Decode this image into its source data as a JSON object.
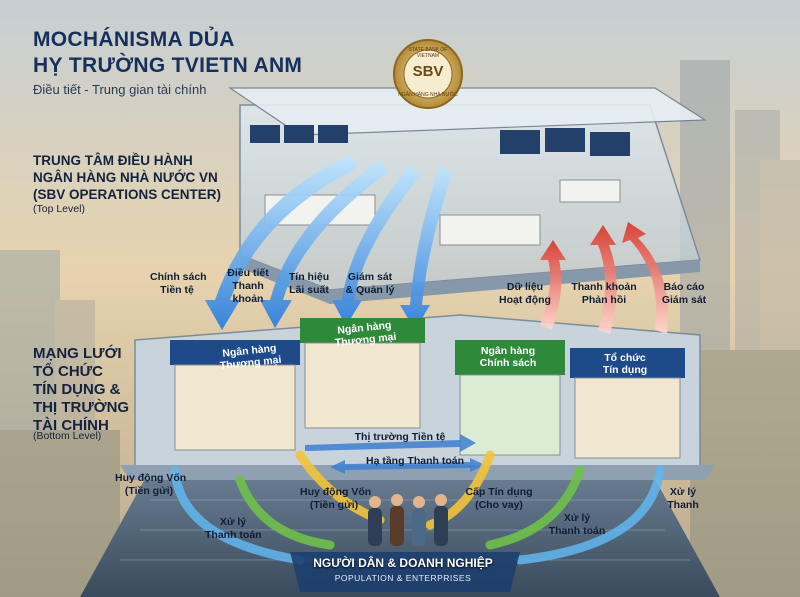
{
  "title": {
    "line1": "MOCHÁNISMA DỦA",
    "line2": "HỴ TRƯỜNG TVIETN ANM",
    "subtitle": "Điều tiết - Trung gian tài chính"
  },
  "seal": {
    "center_text": "SBV",
    "top_arc_text": "STATE BANK OF VIETNAM",
    "bottom_arc_text": "NGÂN HÀNG NHÀ NƯỚC"
  },
  "top_section": {
    "lines": [
      "TRUNG TÂM ĐIỀU HÀNH",
      "NGÂN HÀNG NHÀ NƯỚC VN",
      "(SBV OPERATIONS CENTER)"
    ],
    "level": "(Top Level)"
  },
  "bottom_section": {
    "lines": [
      "MẠNG LƯỚI",
      "TỔ CHỨC",
      "TÍN DỤNG &",
      "THỊ TRƯỜNG",
      "TÀI CHÍNH"
    ],
    "level": "(Bottom Level)"
  },
  "down_flows": [
    {
      "line1": "Chính sách",
      "line2": "Tiền tệ"
    },
    {
      "line1": "Điều tiết",
      "line2": "Thanh",
      "line3": "khoản"
    },
    {
      "line1": "Tín hiệu",
      "line2": "Lãi suất"
    },
    {
      "line1": "Giám sát",
      "line2": "& Quản lý"
    }
  ],
  "up_flows": [
    {
      "line1": "Dữ liệu",
      "line2": "Hoạt động"
    },
    {
      "line1": "Thanh khoản",
      "line2": "Phản hồi"
    },
    {
      "line1": "Báo cáo",
      "line2": "Giám sát"
    }
  ],
  "institutions": [
    {
      "line1": "Ngân hàng",
      "line2": "Thương mại",
      "color": "#1f4a8a"
    },
    {
      "line1": "Ngân hàng",
      "line2": "Thương mại",
      "color": "#2e8a3a"
    },
    {
      "line1": "Ngân hàng",
      "line2": "Chính sách",
      "color": "#2e8a3a"
    },
    {
      "line1": "Tổ chức",
      "line2": "Tín dụng",
      "color": "#1f4a8a"
    }
  ],
  "markets": {
    "money_market": "Thị trường Tiền tệ",
    "payment_infra": "Hạ tầng Thanh toán"
  },
  "people_flows": [
    {
      "line1": "Huy động Vốn",
      "line2": "(Tiền gửi)"
    },
    {
      "line1": "Xử lý",
      "line2": "Thanh toán"
    },
    {
      "line1": "Huy động Vốn",
      "line2": "(Tiền gửi)"
    },
    {
      "line1": "Cấp Tín dụng",
      "line2": "(Cho vay)"
    },
    {
      "line1": "Xử lý",
      "line2": "Thanh toán"
    },
    {
      "line1": "Xử lý",
      "line2": "Thanh"
    }
  ],
  "population": {
    "title": "NGƯỜI DÂN & DOANH NGHIỆP",
    "subtitle": "POPULATION & ENTERPRISES"
  },
  "colors": {
    "title": "#16305c",
    "down_arrow": "#3e8fe0",
    "up_arrow": "#e0443a",
    "green_arrow": "#6fc04a",
    "yellow_arrow": "#f2c33a"
  }
}
